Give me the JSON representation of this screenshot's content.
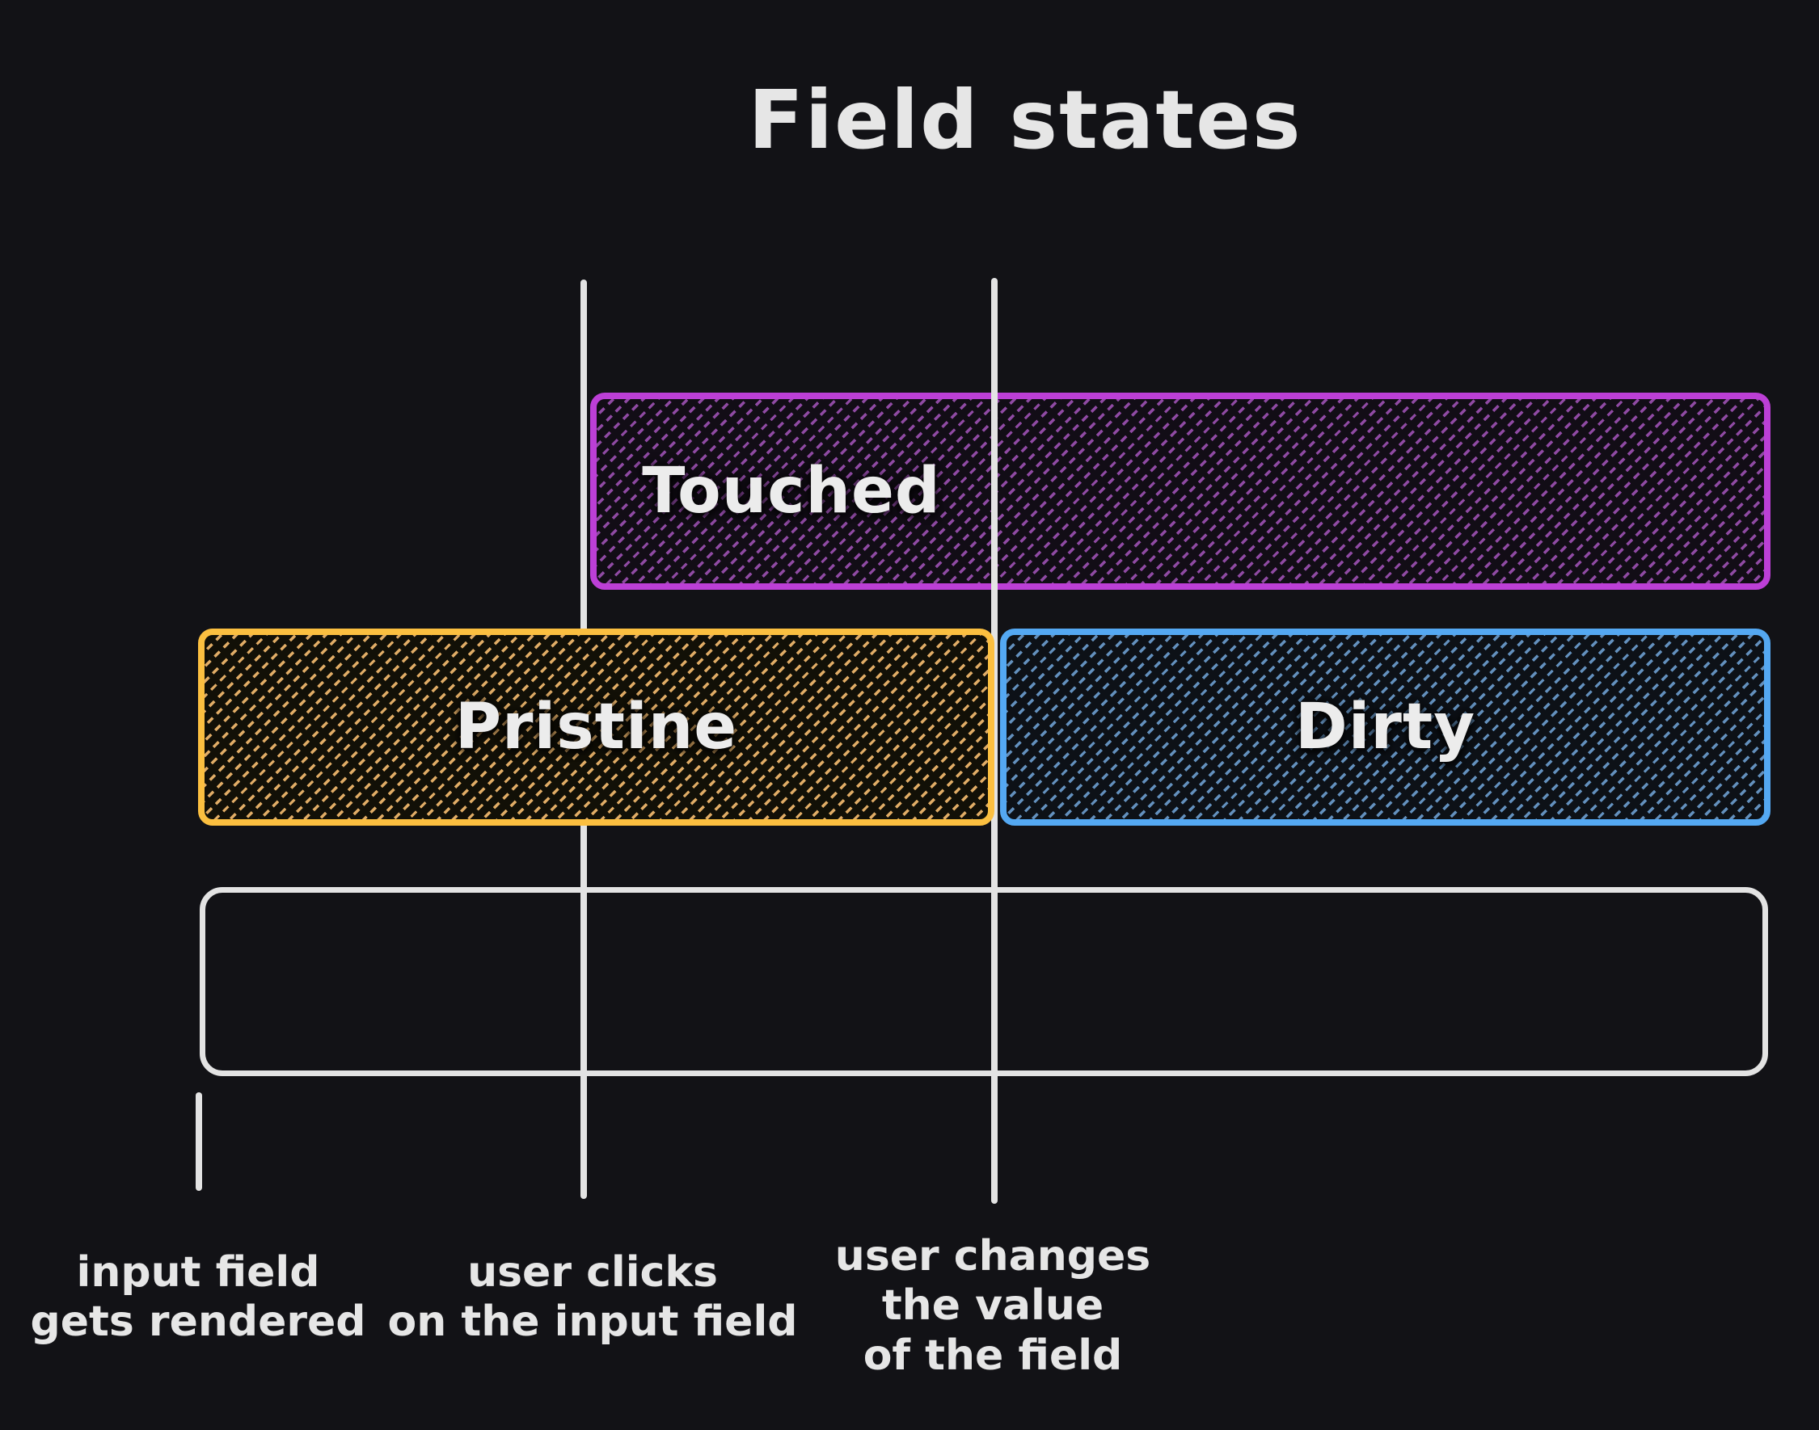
{
  "title": "Field states",
  "colors": {
    "background": "#121216",
    "timeline_line": "#e3e3e3",
    "text": "#e6e6e6",
    "bar_text": "#ececec",
    "touched_border": "#bc3fd6",
    "touched_hatch": "#8f4aa3",
    "pristine_border": "#fbbf40",
    "pristine_hatch": "#e0ac66",
    "dirty_border": "#54a8f2",
    "dirty_hatch": "#6390bd"
  },
  "bars": [
    {
      "id": "touched",
      "label": "Touched"
    },
    {
      "id": "pristine",
      "label": "Pristine"
    },
    {
      "id": "dirty",
      "label": "Dirty"
    }
  ],
  "events": [
    {
      "label": "input field\ngets rendered"
    },
    {
      "label": "user clicks\non the input field"
    },
    {
      "label": "user changes\nthe value\nof the field"
    }
  ]
}
